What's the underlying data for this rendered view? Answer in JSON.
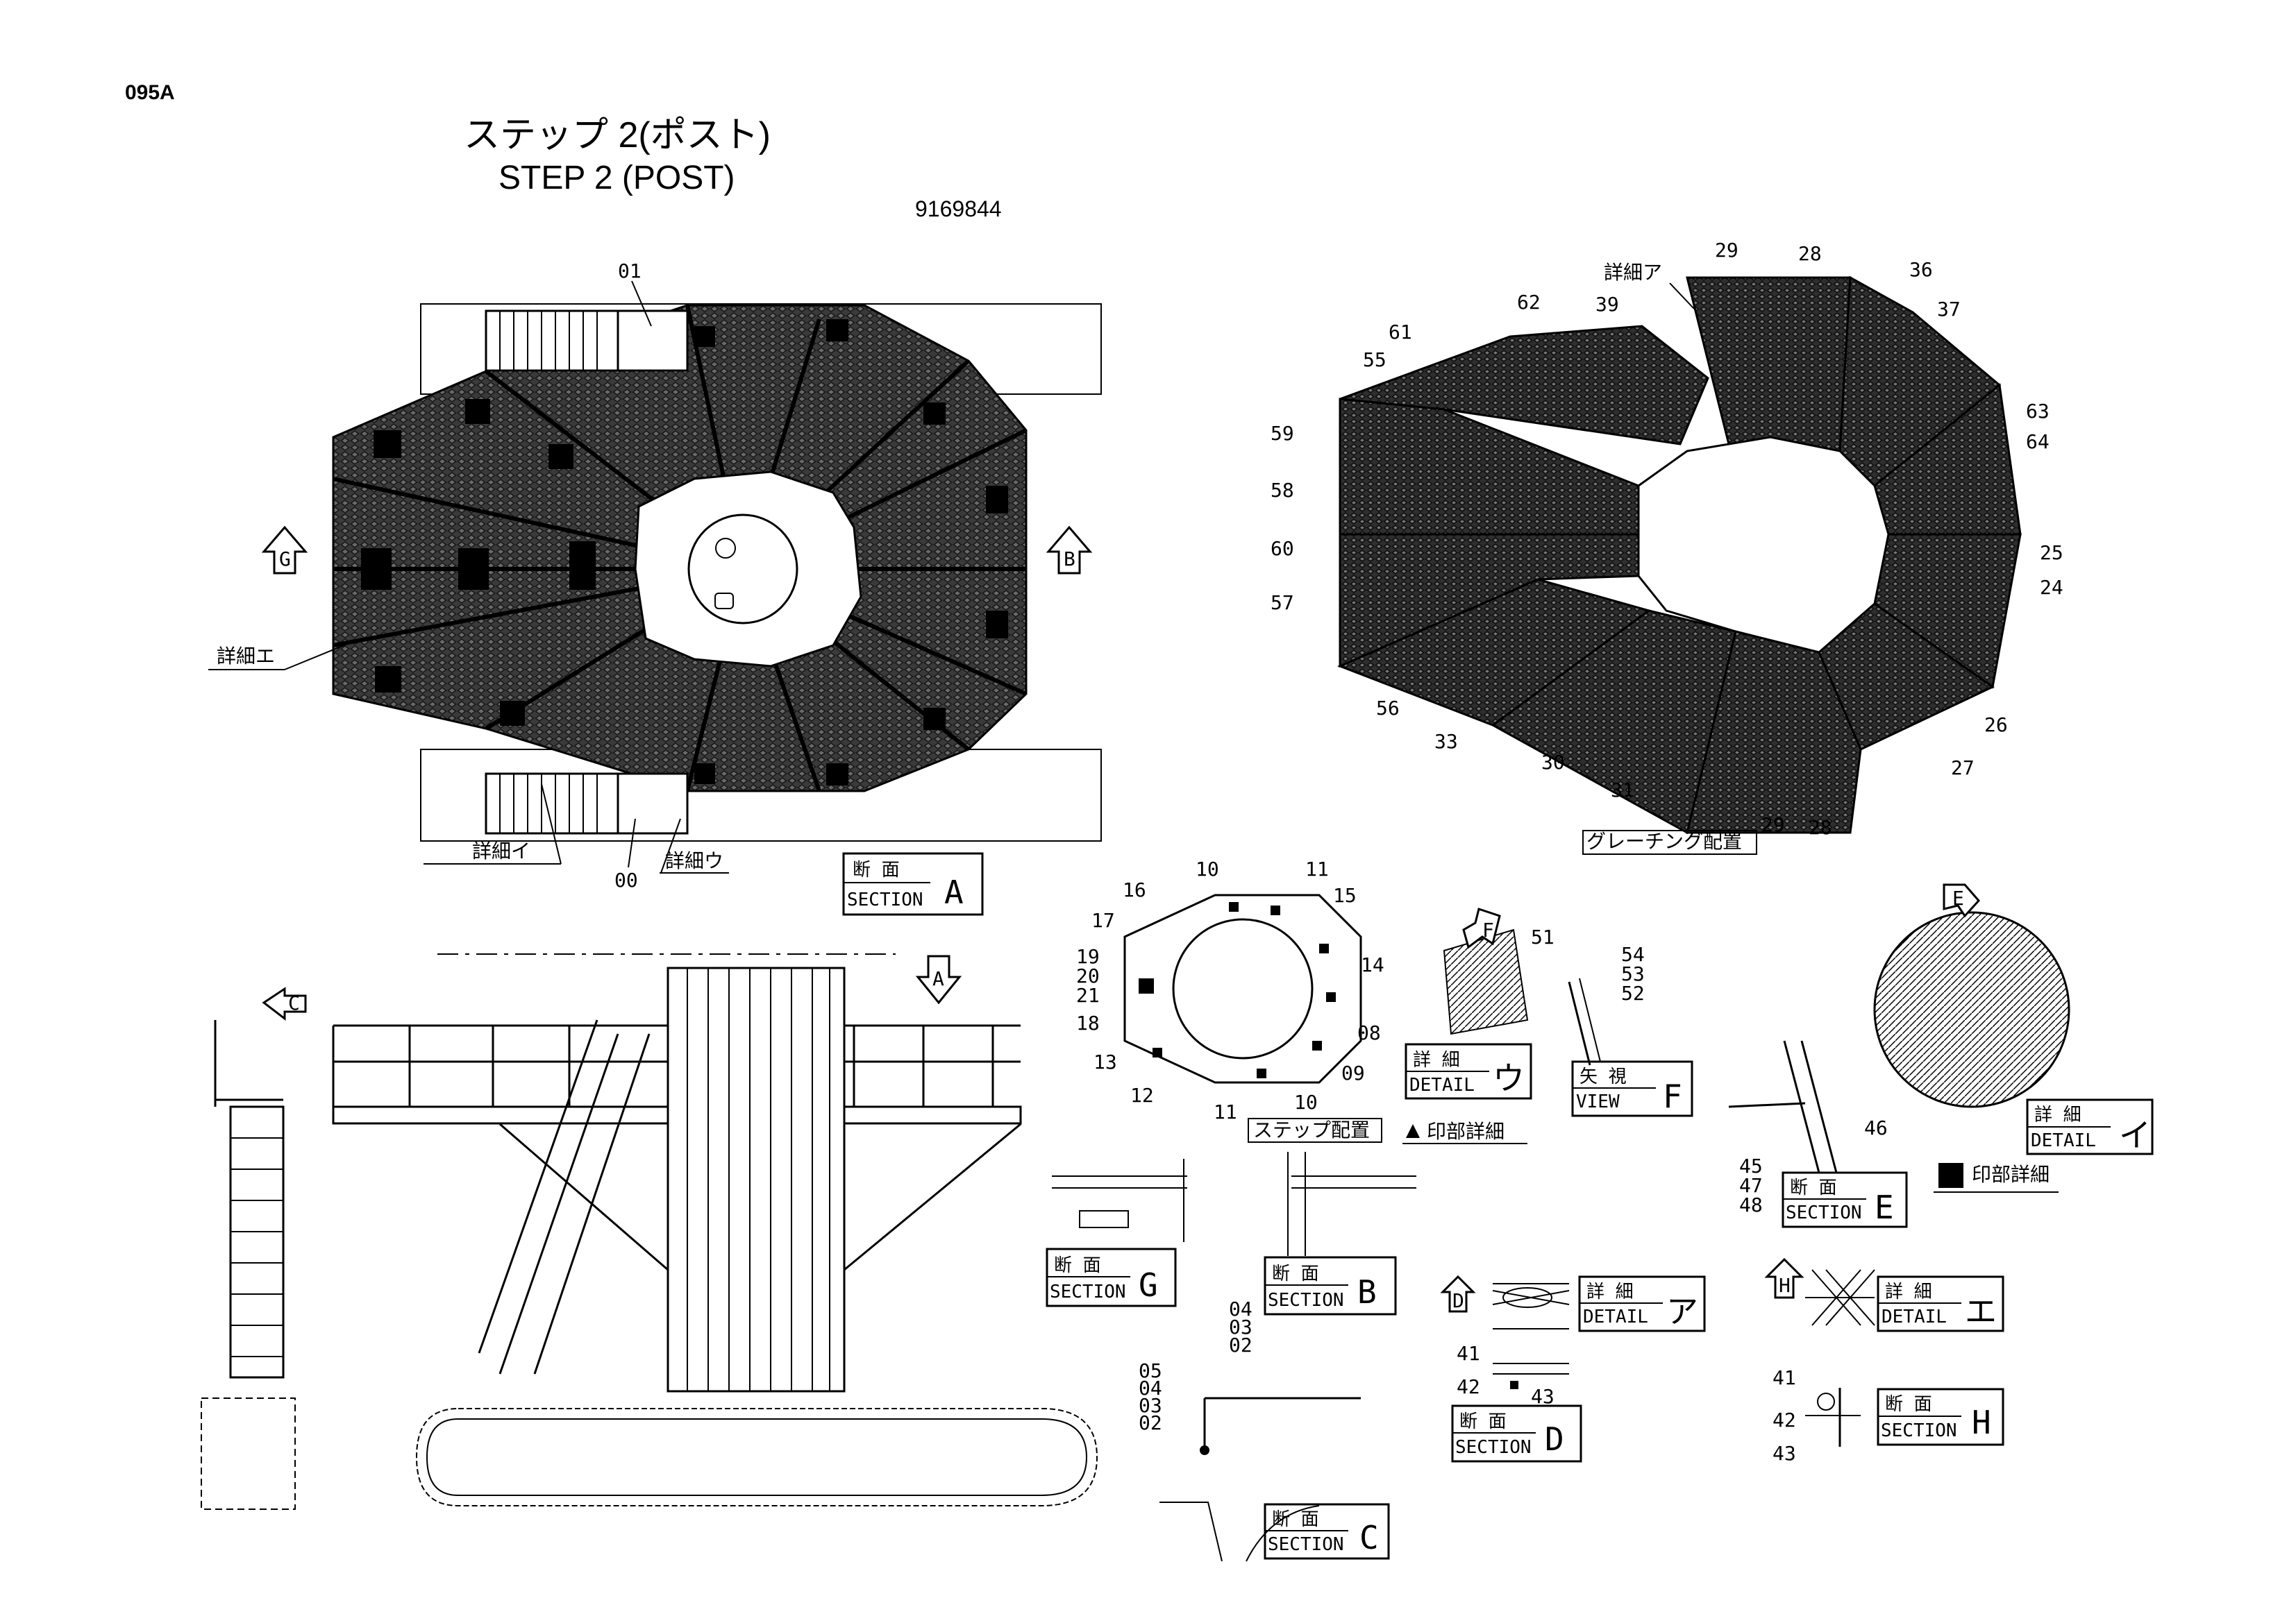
{
  "header": {
    "sheet_code": "095A",
    "title_jp": "ステップ 2(ポスト)",
    "title_en": "STEP 2 (POST)",
    "part_number": "9169844"
  },
  "main_plan": {
    "callouts": {
      "c01": "01",
      "c00": "00",
      "detail_e_jp": "詳細エ",
      "detail_i_jp": "詳細イ",
      "detail_u_jp": "詳細ウ"
    },
    "view_arrows": {
      "g": "G",
      "b": "B"
    }
  },
  "grating_layout": {
    "caption": "グレーチング配置",
    "detail_a_jp": "詳細ア",
    "numbers": {
      "n29a": "29",
      "n28a": "28",
      "n36": "36",
      "n37": "37",
      "n39": "39",
      "n62": "62",
      "n61": "61",
      "n55": "55",
      "n59": "59",
      "n58": "58",
      "n60": "60",
      "n57": "57",
      "n56": "56",
      "n33": "33",
      "n30": "30",
      "n31": "31",
      "n29b": "29",
      "n28b": "28",
      "n27": "27",
      "n26": "26",
      "n24": "24",
      "n25": "25",
      "n64": "64",
      "n63": "63"
    }
  },
  "step_layout": {
    "caption": "ステップ配置",
    "numbers": {
      "n10a": "10",
      "n11a": "11",
      "n15": "15",
      "n16": "16",
      "n17": "17",
      "n19": "19",
      "n20": "20",
      "n21": "21",
      "n18": "18",
      "n13": "13",
      "n12": "12",
      "n11b": "11",
      "n10b": "10",
      "n09": "09",
      "n08": "08",
      "n14": "14"
    },
    "mark_triangle": "印部詳細",
    "mark_square": "印部詳細"
  },
  "section_boxes": {
    "section_a": {
      "jp": "断 面",
      "en": "SECTION",
      "letter": "A"
    },
    "section_g": {
      "jp": "断 面",
      "en": "SECTION",
      "letter": "G"
    },
    "section_b": {
      "jp": "断 面",
      "en": "SECTION",
      "letter": "B"
    },
    "section_c": {
      "jp": "断 面",
      "en": "SECTION",
      "letter": "C"
    },
    "section_d": {
      "jp": "断 面",
      "en": "SECTION",
      "letter": "D"
    },
    "section_e": {
      "jp": "断 面",
      "en": "SECTION",
      "letter": "E"
    },
    "section_h": {
      "jp": "断 面",
      "en": "SECTION",
      "letter": "H"
    },
    "detail_u": {
      "jp": "詳 細",
      "en": "DETAIL",
      "letter": "ウ"
    },
    "detail_i": {
      "jp": "詳 細",
      "en": "DETAIL",
      "letter": "イ"
    },
    "detail_a": {
      "jp": "詳 細",
      "en": "DETAIL",
      "letter": "ア"
    },
    "detail_e": {
      "jp": "詳 細",
      "en": "DETAIL",
      "letter": "エ"
    },
    "view_f": {
      "jp": "矢 視",
      "en": "VIEW",
      "letter": "F"
    }
  },
  "elevation": {
    "arrows": {
      "c": "C",
      "a": "A"
    }
  },
  "detail_refs": {
    "f_arrow": "F",
    "e_arrow": "E",
    "d_arrow": "D",
    "h_arrow": "H",
    "n51": "51",
    "n54": "54",
    "n53": "53",
    "n52": "52",
    "n45": "45",
    "n47": "47",
    "n48": "48",
    "n46": "46",
    "b_04": "04",
    "b_03": "03",
    "b_02": "02",
    "c_05": "05",
    "c_04": "04",
    "c_03": "03",
    "c_02": "02",
    "d_41": "41",
    "d_42": "42",
    "d_43": "43",
    "h_41": "41",
    "h_42": "42",
    "h_43": "43"
  }
}
